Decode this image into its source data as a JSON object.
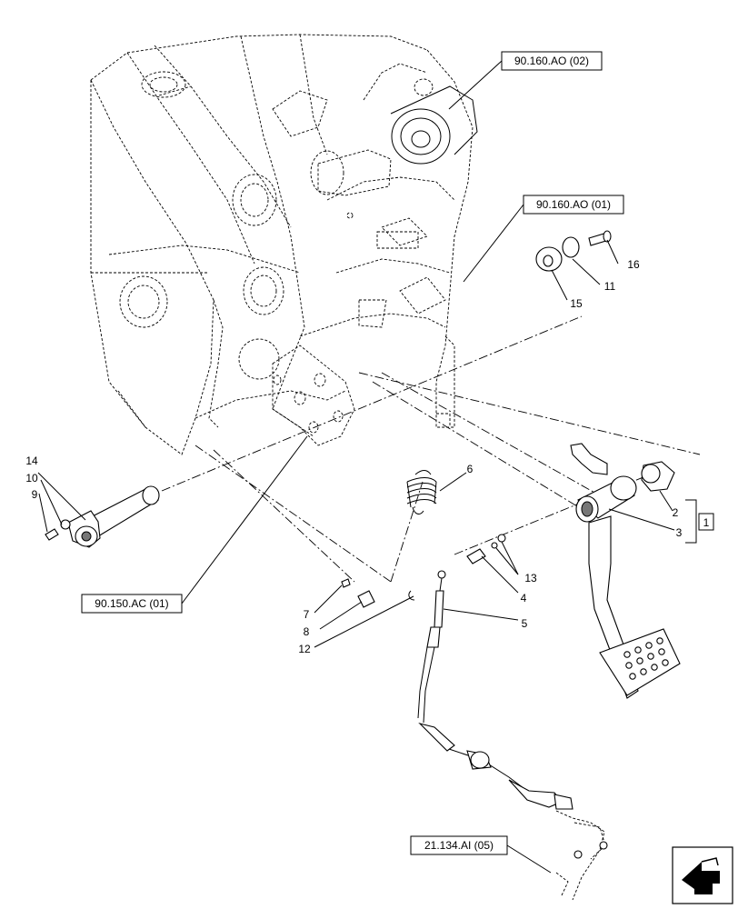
{
  "references": {
    "ref_90_160_ao_02": "90.160.AO (02)",
    "ref_90_160_ao_01": "90.160.AO (01)",
    "ref_90_150_ac_01": "90.150.AC (01)",
    "ref_21_134_ai_05": "21.134.AI (05)"
  },
  "callouts": {
    "c1": "1",
    "c2": "2",
    "c3": "3",
    "c4": "4",
    "c5": "5",
    "c6": "6",
    "c7": "7",
    "c8": "8",
    "c9": "9",
    "c10": "10",
    "c11": "11",
    "c12": "12",
    "c13": "13",
    "c14": "14",
    "c15": "15",
    "c16": "16"
  },
  "icons": {
    "nav": "next-page-arrow-icon"
  }
}
